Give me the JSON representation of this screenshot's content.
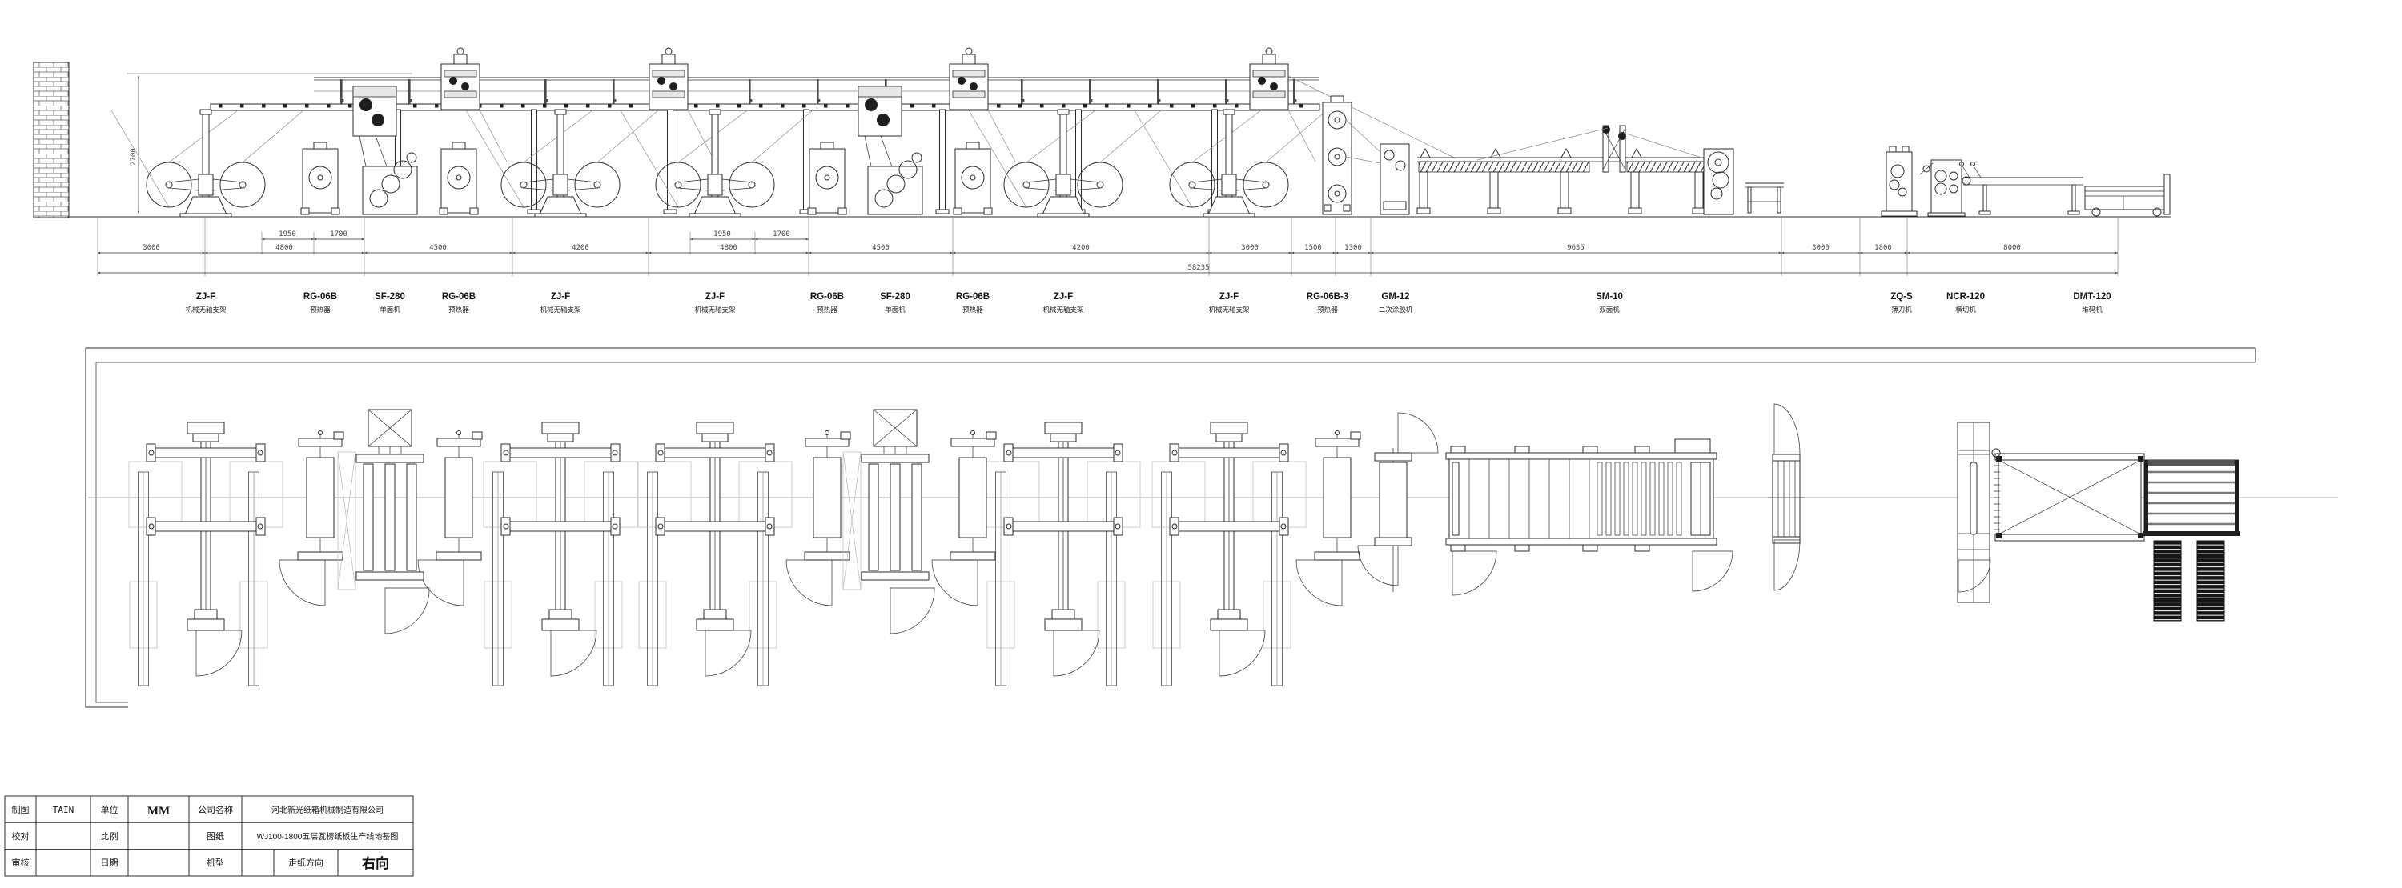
{
  "drawing": {
    "company": "河北新光纸箱机械制造有限公司",
    "title": "WJ100-1800五层瓦楞纸板生产线地基图",
    "paper_direction": "右向"
  },
  "stations": [
    {
      "model": "ZJ-F",
      "cn": "机械无轴支架"
    },
    {
      "model": "RG-06B",
      "cn": "预热器"
    },
    {
      "model": "SF-280",
      "cn": "单面机"
    },
    {
      "model": "RG-06B",
      "cn": "预热器"
    },
    {
      "model": "ZJ-F",
      "cn": "机械无轴支架"
    },
    {
      "model": "ZJ-F",
      "cn": "机械无轴支架"
    },
    {
      "model": "RG-06B",
      "cn": "预热器"
    },
    {
      "model": "SF-280",
      "cn": "单面机"
    },
    {
      "model": "RG-06B",
      "cn": "预热器"
    },
    {
      "model": "ZJ-F",
      "cn": "机械无轴支架"
    },
    {
      "model": "ZJ-F",
      "cn": "机械无轴支架"
    },
    {
      "model": "RG-06B-3",
      "cn": "预热器"
    },
    {
      "model": "GM-12",
      "cn": "二次涂胶机"
    },
    {
      "model": "SM-10",
      "cn": "双面机"
    },
    {
      "model": "ZQ-S",
      "cn": "薄刀机"
    },
    {
      "model": "NCR-120",
      "cn": "横切机"
    },
    {
      "model": "DMT-120",
      "cn": "堆码机"
    }
  ],
  "dimensions": {
    "main": [
      "3000",
      "4800",
      "4500",
      "4200",
      "4800",
      "4500",
      "4200",
      "3000",
      "1500",
      "1300",
      "9635",
      "3000",
      "1800",
      "8000"
    ],
    "sub": [
      "1950",
      "1700",
      "1950",
      "1700"
    ],
    "total": "58235",
    "height": "2700"
  },
  "title_block": {
    "labels": {
      "drafter": "制图",
      "unit": "单位",
      "company": "公司名称",
      "proof": "校对",
      "scale": "比例",
      "sheet": "图纸",
      "audit": "审核",
      "date": "日期",
      "machine_type": "机型",
      "paper_dir": "走纸方向"
    },
    "values": {
      "drafter": "TAIN",
      "unit": "MM",
      "company": "河北新光纸箱机械制造有限公司",
      "sheet": "WJ100-1800五层瓦楞纸板生产线地基图",
      "paper_dir": "右向"
    }
  }
}
